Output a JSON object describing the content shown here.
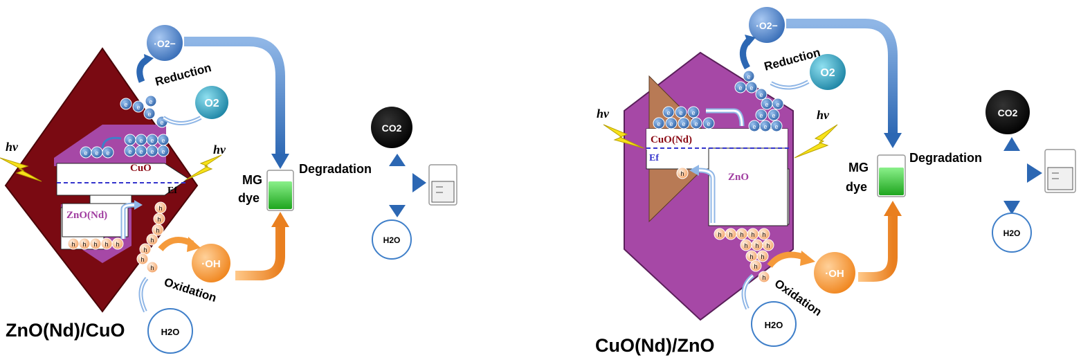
{
  "panels": [
    {
      "title": "ZnO(Nd)/CuO",
      "upper_material": "CuO",
      "lower_material": "ZnO(Nd)",
      "fermi": "Ef",
      "light": "hv",
      "reduction": "Reduction",
      "oxidation": "Oxidation",
      "oxygen": "O2",
      "superoxide": "·O2−",
      "hydroxyl": "·OH",
      "water": "H2O",
      "dye_line1": "MG",
      "dye_line2": "dye",
      "degradation": "Degradation",
      "co2": "CO2",
      "h2o_product": "H2O",
      "electron": "e",
      "hole": "h"
    },
    {
      "title": "CuO(Nd)/ZnO",
      "upper_material": "CuO(Nd)",
      "lower_material": "ZnO",
      "fermi": "Ef",
      "light": "hv",
      "reduction": "Reduction",
      "oxidation": "Oxidation",
      "oxygen": "O2",
      "superoxide": "·O2−",
      "hydroxyl": "·OH",
      "water": "H2O",
      "dye_line1": "MG",
      "dye_line2": "dye",
      "degradation": "Degradation",
      "co2": "CO2",
      "h2o_product": "H2O",
      "electron": "e",
      "hole": "h"
    }
  ],
  "colors": {
    "dark_red": "#7a0a12",
    "purple": "#a648a6",
    "brown": "#b87a55",
    "electron_blue": "#4a7ec0",
    "hole_orange": "#f7c8a0",
    "arrow_blue": "#3f7fc9",
    "arrow_orange": "#f59a3a",
    "dye_green": "#3ccf3c"
  }
}
